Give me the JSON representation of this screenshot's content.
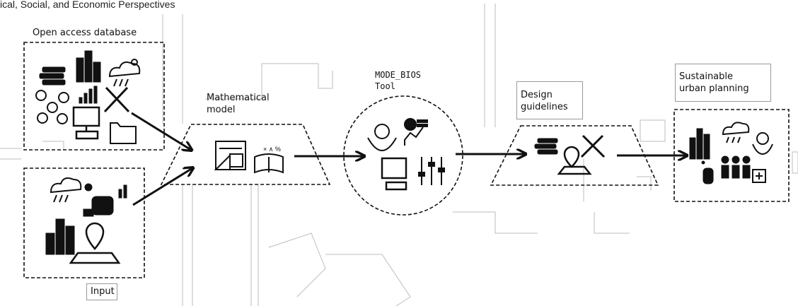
{
  "title": "ical, Social, and Economic Perspectives",
  "nodes": {
    "open_access": {
      "label": "Open access database"
    },
    "input": {
      "label": "Input"
    },
    "math_model": {
      "label_line1": "Mathematical",
      "label_line2": "model"
    },
    "mode_bios": {
      "label_line1": "MODE_BIOS",
      "label_line2": "Tool"
    },
    "design": {
      "label_line1": "Design",
      "label_line2": "guidelines"
    },
    "sustainable": {
      "label_line1": "Sustainable",
      "label_line2": "urban planning"
    }
  },
  "icons": {
    "open_access": [
      "books-icon",
      "city-buildings-icon",
      "rain-cloud-icon",
      "network-icon",
      "bar-chart-icon",
      "pencil-ruler-icon",
      "computer-icon",
      "folder-icon"
    ],
    "input": [
      "rain-cloud-icon",
      "hand-touch-icon",
      "city-buildings-icon",
      "map-pin-icon"
    ],
    "math_model": [
      "calculator-icon",
      "open-book-icon"
    ],
    "mode_bios": [
      "recycle-hands-icon",
      "chart-icon",
      "computer-icon",
      "sliders-icon"
    ],
    "design": [
      "books-icon",
      "pencil-ruler-icon",
      "map-pin-icon"
    ],
    "sustainable": [
      "city-buildings-icon",
      "rain-cloud-icon",
      "recycle-hands-icon",
      "hand-touch-icon",
      "people-icon",
      "move-icon"
    ]
  },
  "colors": {
    "stroke": "#111111",
    "background_lines": "#bbbbbb"
  }
}
